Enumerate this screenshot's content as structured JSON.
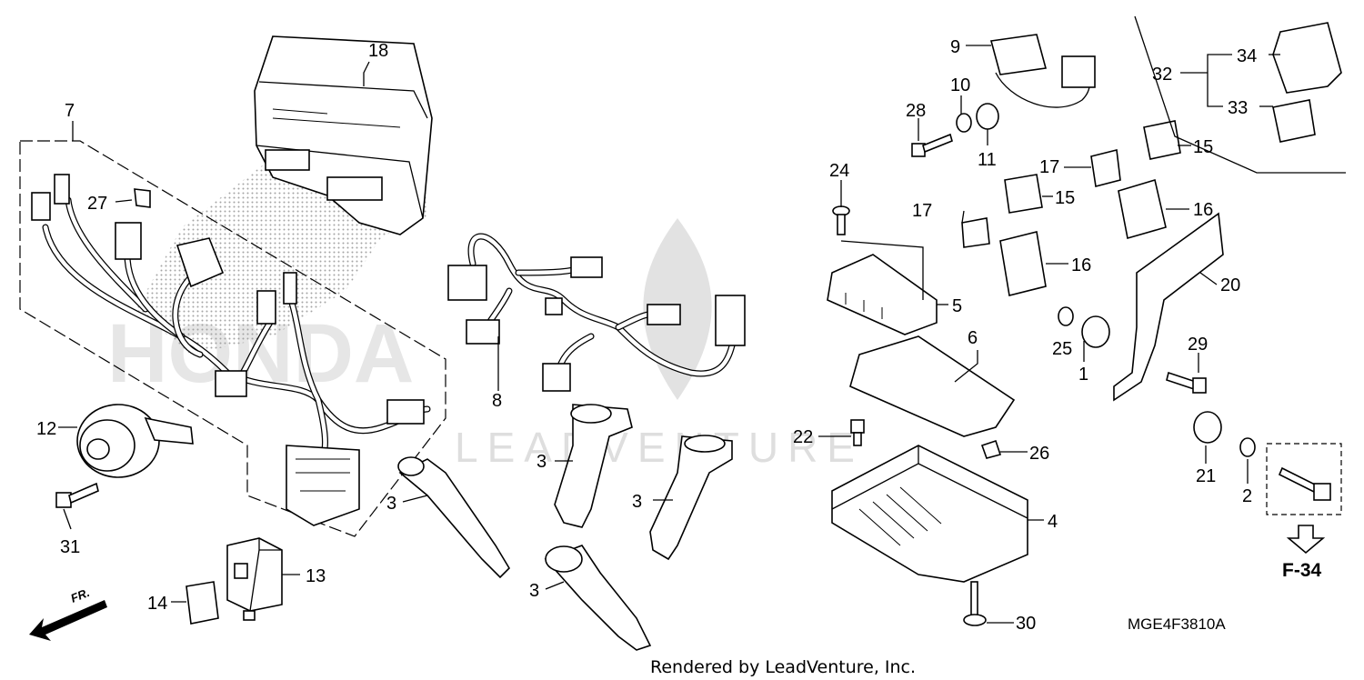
{
  "watermark": {
    "brand": "HONDA",
    "text": "LEADVENTURE"
  },
  "footer": {
    "credit": "Rendered by LeadVenture, Inc."
  },
  "diagram_code": "MGE4F3810A",
  "reference": {
    "label": "F-34"
  },
  "front_marker": {
    "label": "FR."
  },
  "callouts": [
    {
      "id": "c18",
      "label": "18"
    },
    {
      "id": "c7",
      "label": "7"
    },
    {
      "id": "c27",
      "label": "27"
    },
    {
      "id": "c12",
      "label": "12"
    },
    {
      "id": "c31",
      "label": "31"
    },
    {
      "id": "c13",
      "label": "13"
    },
    {
      "id": "c14",
      "label": "14"
    },
    {
      "id": "c8",
      "label": "8"
    },
    {
      "id": "c3a",
      "label": "3"
    },
    {
      "id": "c3b",
      "label": "3"
    },
    {
      "id": "c3c",
      "label": "3"
    },
    {
      "id": "c3d",
      "label": "3"
    },
    {
      "id": "c9",
      "label": "9"
    },
    {
      "id": "c10",
      "label": "10"
    },
    {
      "id": "c11",
      "label": "11"
    },
    {
      "id": "c28",
      "label": "28"
    },
    {
      "id": "c24",
      "label": "24"
    },
    {
      "id": "c17a",
      "label": "17"
    },
    {
      "id": "c17b",
      "label": "17"
    },
    {
      "id": "c15a",
      "label": "15"
    },
    {
      "id": "c15b",
      "label": "15"
    },
    {
      "id": "c16a",
      "label": "16"
    },
    {
      "id": "c16b",
      "label": "16"
    },
    {
      "id": "c5",
      "label": "5"
    },
    {
      "id": "c6",
      "label": "6"
    },
    {
      "id": "c22",
      "label": "22"
    },
    {
      "id": "c26",
      "label": "26"
    },
    {
      "id": "c4",
      "label": "4"
    },
    {
      "id": "c30",
      "label": "30"
    },
    {
      "id": "c32",
      "label": "32"
    },
    {
      "id": "c34",
      "label": "34"
    },
    {
      "id": "c33",
      "label": "33"
    },
    {
      "id": "c20",
      "label": "20"
    },
    {
      "id": "c25",
      "label": "25"
    },
    {
      "id": "c1",
      "label": "1"
    },
    {
      "id": "c29",
      "label": "29"
    },
    {
      "id": "c21",
      "label": "21"
    },
    {
      "id": "c2",
      "label": "2"
    }
  ]
}
